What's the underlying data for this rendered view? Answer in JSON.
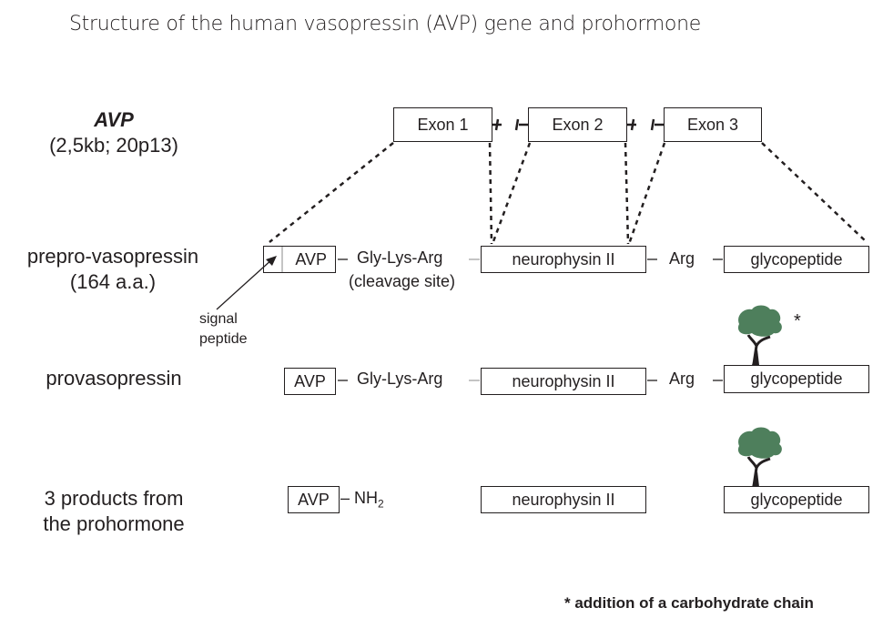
{
  "title": "Structure of the human vasopressin (AVP) gene and prohormone",
  "gene": {
    "name": "AVP",
    "info": "(2,5kb; 20p13)",
    "exons": [
      "Exon 1",
      "Exon 2",
      "Exon 3"
    ]
  },
  "rows": {
    "prepro": {
      "label_line1": "prepro-vasopressin",
      "label_line2": "(164 a.a.)",
      "avp": "AVP",
      "linker1": "Gly-Lys-Arg",
      "linker1_note": "(cleavage site)",
      "neurophysin": "neurophysin II",
      "linker2": "Arg",
      "glycopeptide": "glycopeptide",
      "signal_line1": "signal",
      "signal_line2": "peptide"
    },
    "pro": {
      "label": "provasopressin",
      "avp": "AVP",
      "linker1": "Gly-Lys-Arg",
      "neurophysin": "neurophysin II",
      "linker2": "Arg",
      "glycopeptide": "glycopeptide",
      "asterisk": "*"
    },
    "products": {
      "label_line1": "3 products from",
      "label_line2": "the prohormone",
      "avp": "AVP",
      "nh": "– NH",
      "nh_sub": "2",
      "neurophysin": "neurophysin II",
      "glycopeptide": "glycopeptide"
    }
  },
  "footnote": "* addition of a carbohydrate chain",
  "colors": {
    "tree": "#4e7f5c",
    "ink": "#231f20"
  }
}
